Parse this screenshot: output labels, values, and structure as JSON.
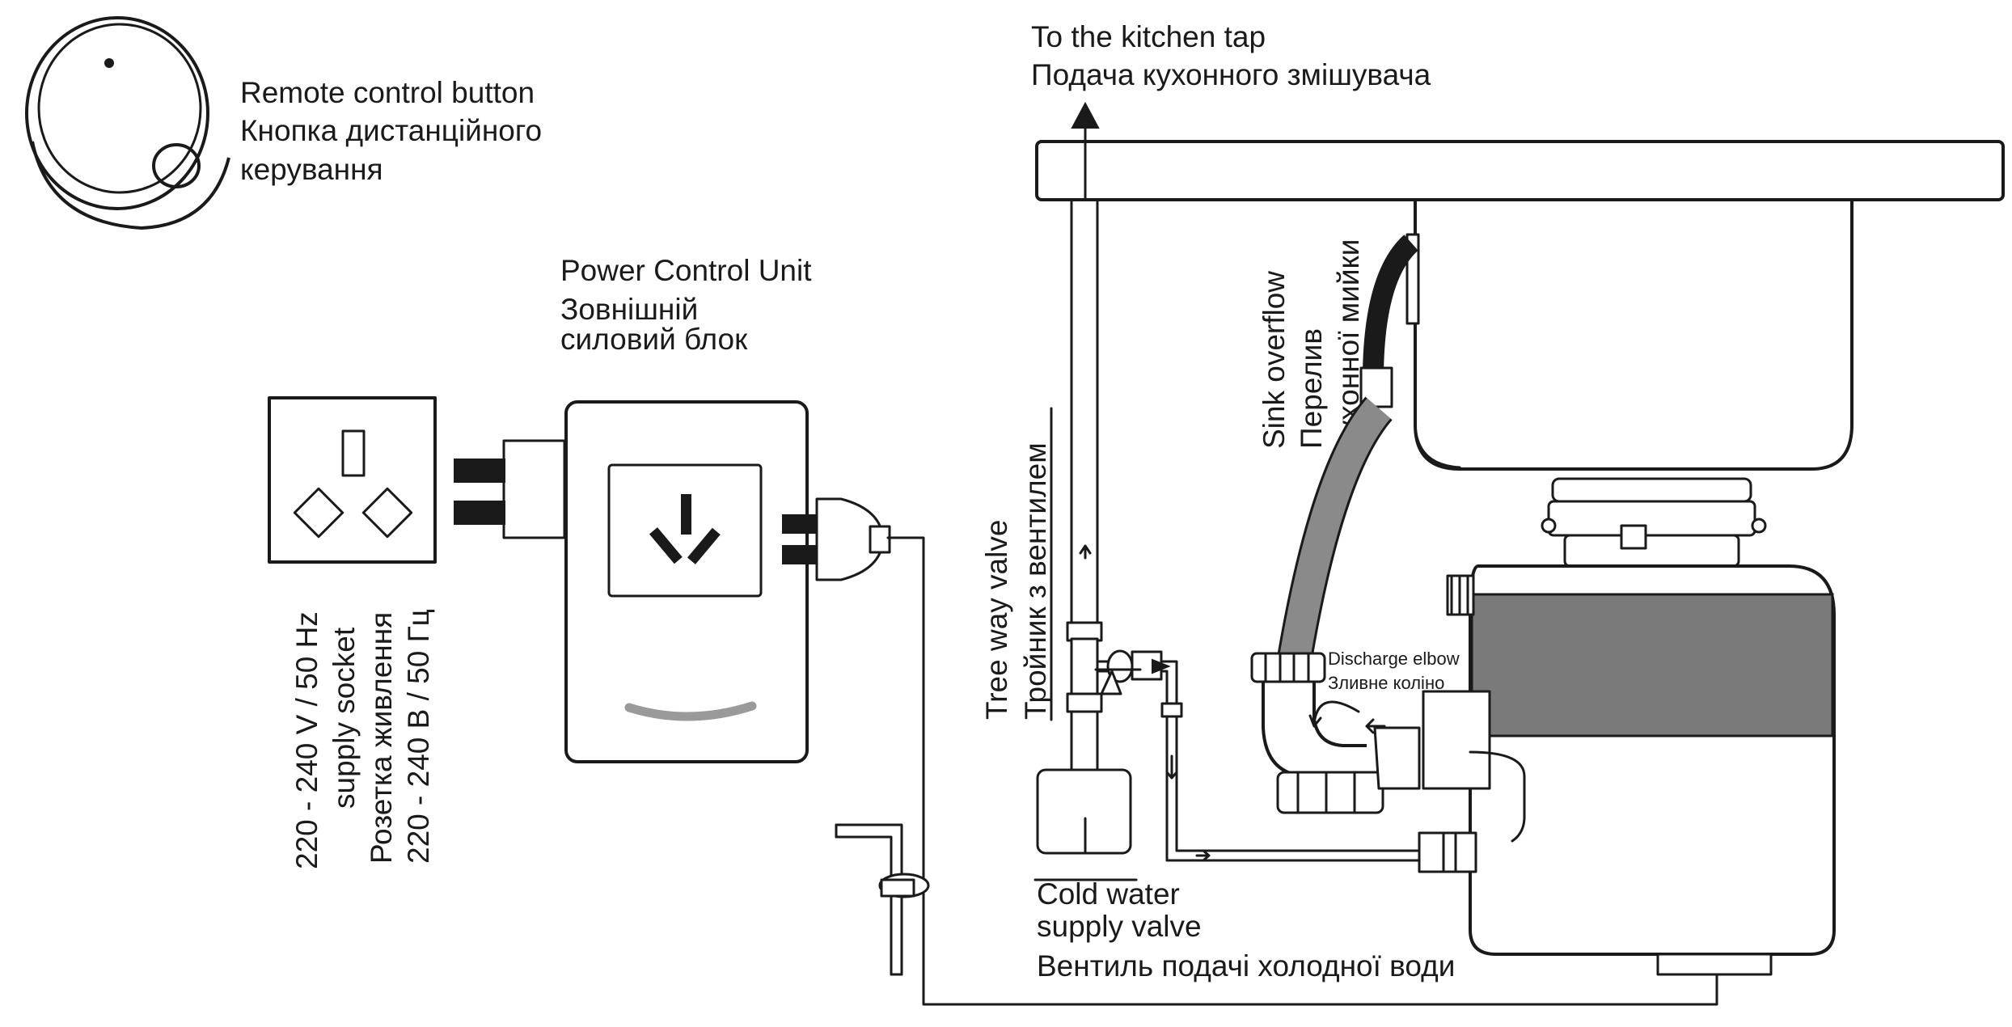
{
  "labels": {
    "remote_en": "Remote control button",
    "remote_uk_1": "Кнопка дистанційного",
    "remote_uk_2": "керування",
    "pcu_en": "Power Control Unit",
    "pcu_uk_1": "Зовнішній",
    "pcu_uk_2": "силовий блок",
    "socket_1": "220 - 240 V / 50 Hz",
    "socket_2": "supply socket",
    "socket_3": "Розетка живлення",
    "socket_4": "220 - 240 В / 50 Гц",
    "tap_en": "To the kitchen tap",
    "tap_uk": "Подача кухонного змішувача",
    "valve_en": "Tree way valve",
    "valve_uk": "Тройник з вентилем",
    "overflow_en": "Sink overflow",
    "overflow_uk_1": "Перелив",
    "overflow_uk_2": "кухонної мийки",
    "elbow_en": "Discharge elbow",
    "elbow_uk": "Зливне коліно",
    "cold_en_1": "Cold water",
    "cold_en_2": "supply valve",
    "cold_uk": "Вентиль подачі холодної води"
  },
  "colors": {
    "line": "#1a1a1a",
    "hose": "#8a8a8a",
    "band": "#7a7a7a",
    "led": "#9a9a9a"
  },
  "icons": {
    "remote": "round-push-button-icon",
    "socket": "wall-socket-icon",
    "pcu": "power-control-unit-icon",
    "disposer": "food-waste-disposer-icon"
  }
}
